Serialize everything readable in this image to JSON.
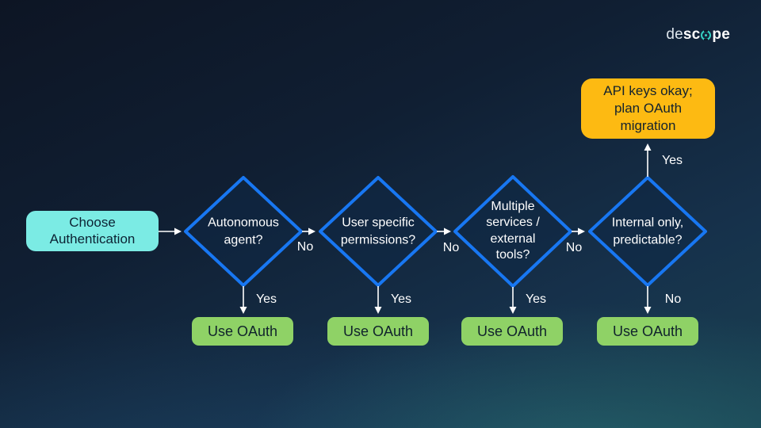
{
  "logo": {
    "text_light": "de",
    "text_bold_1": "sc",
    "text_bold_2": "pe"
  },
  "flowchart": {
    "start": {
      "label": "Choose\nAuthentication"
    },
    "decisions": [
      {
        "label": "Autonomous\nagent?"
      },
      {
        "label": "User specific\npermissions?"
      },
      {
        "label": "Multiple\nservices /\nexternal\ntools?"
      },
      {
        "label": "Internal only,\npredictable?"
      }
    ],
    "edge_labels": {
      "no_between": [
        "No",
        "No",
        "No"
      ],
      "down": [
        "Yes",
        "Yes",
        "Yes",
        "No"
      ],
      "up": "Yes"
    },
    "outcomes": [
      {
        "label": "Use OAuth"
      },
      {
        "label": "Use OAuth"
      },
      {
        "label": "Use OAuth"
      },
      {
        "label": "Use OAuth"
      }
    ],
    "api_keys": {
      "label": "API keys okay;\nplan OAuth\nmigration"
    }
  },
  "colors": {
    "background_top": "#0d1524",
    "background_bottom_teal": "#1a4152",
    "diamond_stroke": "#1877f2",
    "start_box_cyan": "#7bebe4",
    "outcome_green": "#8fd266",
    "api_amber": "#fdba12",
    "logo_teal": "#35cfc0",
    "label_text": "#ffffff"
  }
}
